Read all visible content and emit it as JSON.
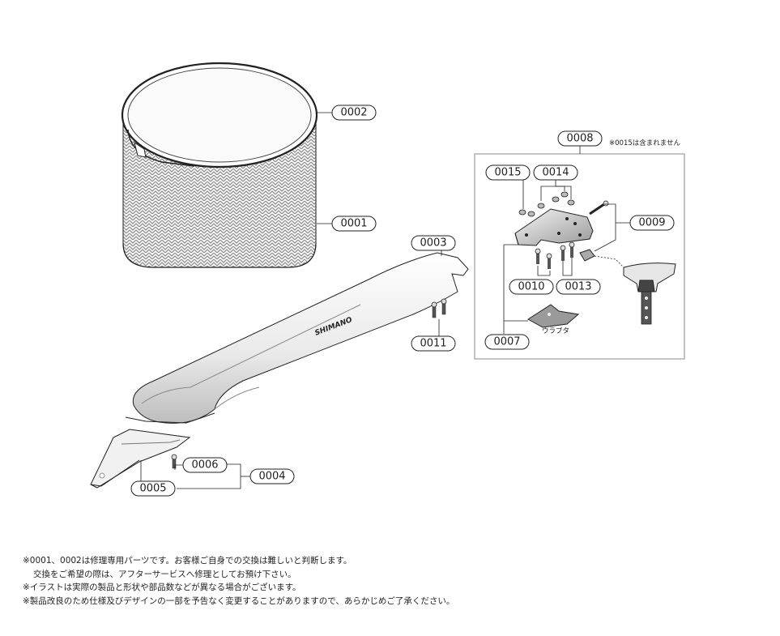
{
  "callouts": {
    "c0001": "0001",
    "c0002": "0002",
    "c0003": "0003",
    "c0004": "0004",
    "c0005": "0005",
    "c0006": "0006",
    "c0007": "0007",
    "c0008": "0008",
    "c0009": "0009",
    "c0010": "0010",
    "c0011": "0011",
    "c0013": "0013",
    "c0014": "0014",
    "c0015": "0015"
  },
  "brand_logo": "SHIMANO",
  "inset_note": "※0015は含まれません",
  "urabuta_label": "ウラブタ",
  "notes": [
    "※0001、0002は修理専用パーツです。お客様ご自身での交換は難しいと判断します。",
    "交換をご希望の際は、アフターサービスへ修理としてお預け下さい。",
    "※イラストは実際の製品と形状や部品数などが異なる場合がございます。",
    "※製品改良のため仕様及びデザインの一部を予告なく変更することがありますので、あらかじめご了承ください。"
  ]
}
